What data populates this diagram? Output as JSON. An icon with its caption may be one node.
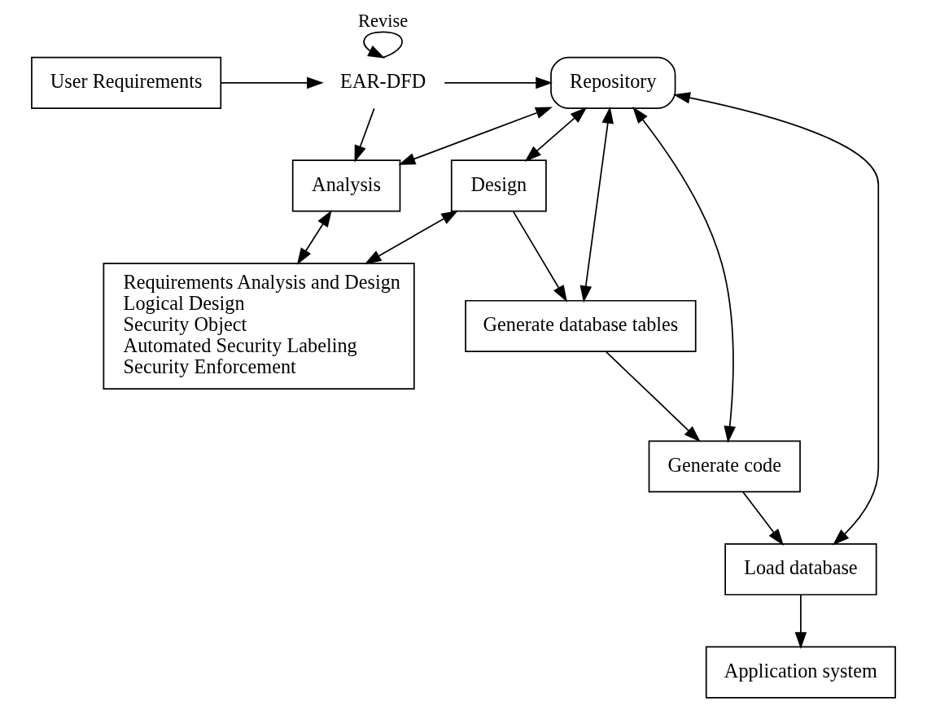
{
  "diagram": {
    "nodes": [
      {
        "text": [
          "Repository"
        ]
      },
      {
        "text": [
          "EAR-DFD"
        ]
      },
      {
        "text": [
          "User Requirements"
        ]
      },
      {
        "text": [
          "Analysis"
        ]
      },
      {
        "text": [
          "Design"
        ]
      },
      {
        "text": [
          "Generate database tables"
        ]
      },
      {
        "text": [
          "Generate code"
        ]
      },
      {
        "text": [
          "Load database"
        ]
      },
      {
        "text": [
          "Application system"
        ]
      },
      {
        "text": [
          "Requirements Analysis and Design",
          "Logical Design",
          "Security Object",
          "Automated Security Labeling",
          "Security Enforcement"
        ]
      }
    ],
    "edges": [
      {
        "from": 2,
        "to": 1,
        "arrow": "to"
      },
      {
        "from": 1,
        "to": 1,
        "arrow": "to",
        "label": "Revise"
      },
      {
        "from": 1,
        "to": 0,
        "arrow": "to"
      },
      {
        "from": 1,
        "to": 3,
        "arrow": "to"
      },
      {
        "from": 0,
        "to": 3,
        "arrow": "both"
      },
      {
        "from": 0,
        "to": 4,
        "arrow": "both"
      },
      {
        "from": 0,
        "to": 5,
        "arrow": "both"
      },
      {
        "from": 0,
        "to": 6,
        "arrow": "both"
      },
      {
        "from": 0,
        "to": 7,
        "arrow": "both"
      },
      {
        "from": 3,
        "to": 9,
        "arrow": "both"
      },
      {
        "from": 4,
        "to": 9,
        "arrow": "both"
      },
      {
        "from": 4,
        "to": 5,
        "arrow": "to"
      },
      {
        "from": 5,
        "to": 6,
        "arrow": "to"
      },
      {
        "from": 6,
        "to": 7,
        "arrow": "to"
      },
      {
        "from": 7,
        "to": 8,
        "arrow": "to"
      }
    ]
  }
}
